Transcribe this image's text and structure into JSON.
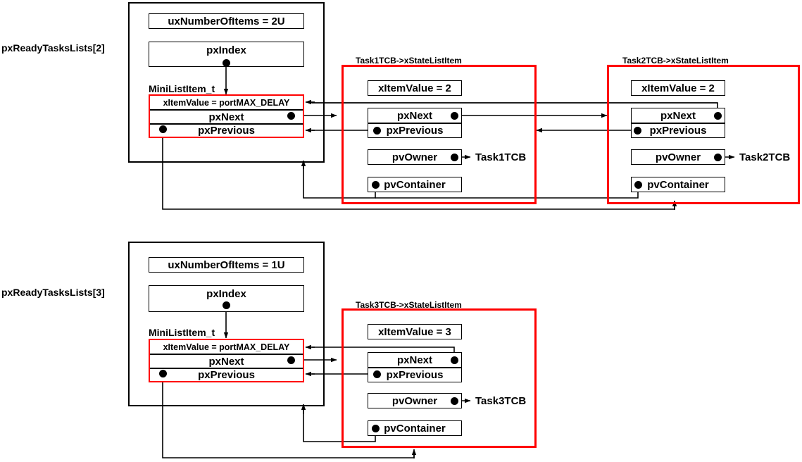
{
  "diagram": {
    "title": "FreeRTOS Ready Tasks Lists linked-list structure",
    "accent_color": "#ff0000",
    "line_color": "#000000"
  },
  "sections": [
    {
      "id": "ready-list-2",
      "side_label": "pxReadyTasksLists[2]",
      "list_struct": {
        "num_items_label": "uxNumberOfItems = 2U",
        "px_index_label": "pxIndex",
        "mini_caption": "MiniListItem_t",
        "mini_fields": [
          "xItemValue = portMAX_DELAY",
          "pxNext",
          "pxPrevious"
        ]
      },
      "items": [
        {
          "caption": "Task1TCB->xStateListItem",
          "fields": [
            "xItemValue = 2",
            "pxNext",
            "pxPrevious",
            "pvOwner",
            "pvContainer"
          ],
          "owner_label": "Task1TCB"
        },
        {
          "caption": "Task2TCB->xStateListItem",
          "fields": [
            "xItemValue = 2",
            "pxNext",
            "pxPrevious",
            "pvOwner",
            "pvContainer"
          ],
          "owner_label": "Task2TCB"
        }
      ]
    },
    {
      "id": "ready-list-3",
      "side_label": "pxReadyTasksLists[3]",
      "list_struct": {
        "num_items_label": "uxNumberOfItems = 1U",
        "px_index_label": "pxIndex",
        "mini_caption": "MiniListItem_t",
        "mini_fields": [
          "xItemValue = portMAX_DELAY",
          "pxNext",
          "pxPrevious"
        ]
      },
      "items": [
        {
          "caption": "Task3TCB->xStateListItem",
          "fields": [
            "xItemValue = 3",
            "pxNext",
            "pxPrevious",
            "pvOwner",
            "pvContainer"
          ],
          "owner_label": "Task3TCB"
        }
      ]
    }
  ]
}
